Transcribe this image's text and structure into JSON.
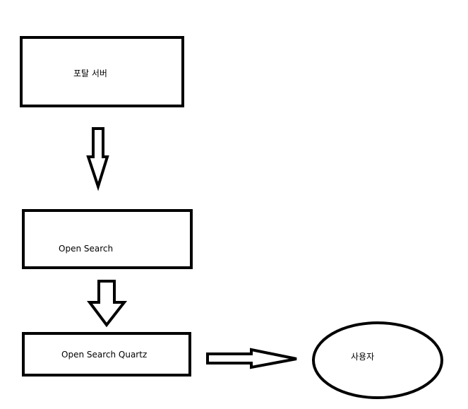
{
  "nodes": {
    "portal_server": {
      "label": "포탈 서버"
    },
    "open_search": {
      "label": "Open Search"
    },
    "open_search_quartz": {
      "label": "Open Search Quartz"
    },
    "user": {
      "label": "사용자"
    }
  },
  "edges": [
    {
      "from": "portal_server",
      "to": "open_search",
      "direction": "down"
    },
    {
      "from": "open_search",
      "to": "open_search_quartz",
      "direction": "down"
    },
    {
      "from": "open_search_quartz",
      "to": "user",
      "direction": "right"
    }
  ],
  "colors": {
    "stroke": "#000000",
    "fill": "#ffffff",
    "background": "#ffffff"
  }
}
